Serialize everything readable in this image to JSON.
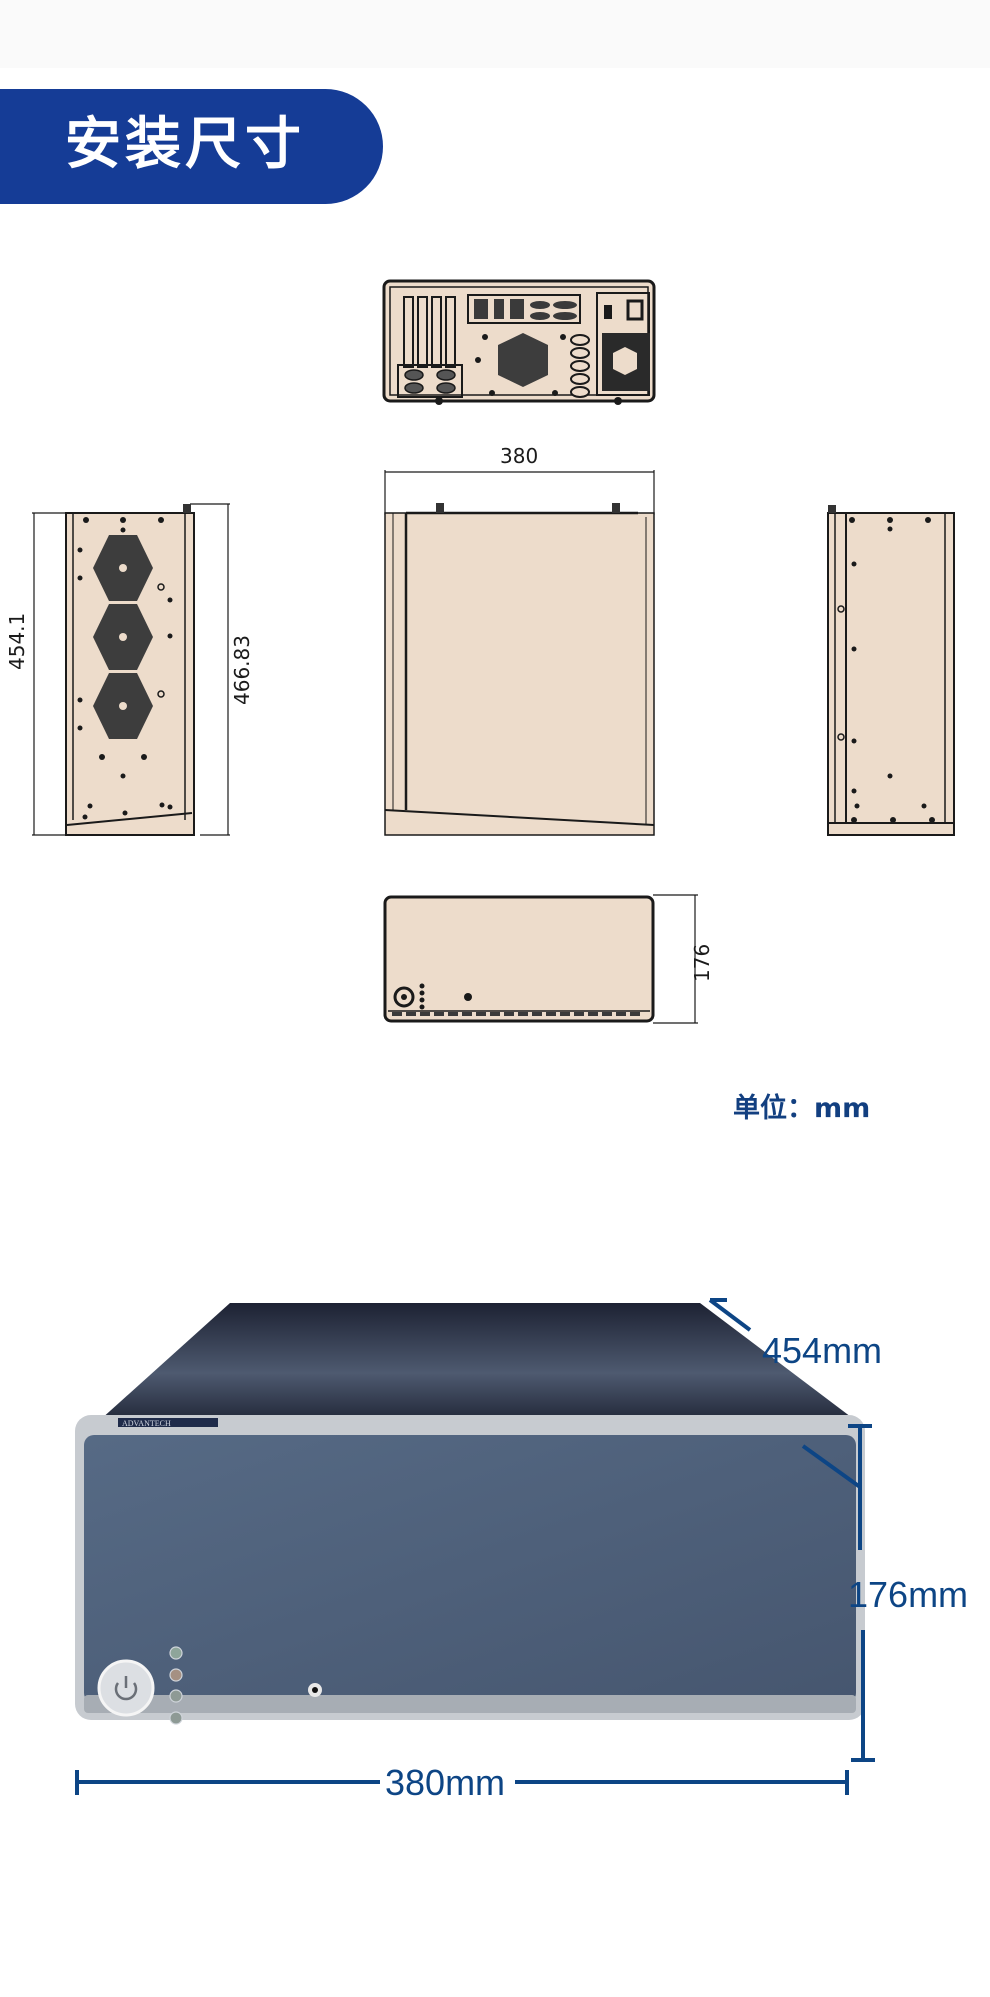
{
  "header": {
    "title": "安装尺寸",
    "accent_color": "#153c96"
  },
  "drawings": {
    "rear_view": {
      "label": "rear-view"
    },
    "left_side_view": {
      "height_inner": "454.1",
      "height_outer": "466.83"
    },
    "top_view": {
      "width": "380"
    },
    "right_side_view": {
      "label": "right-side-view"
    },
    "front_view": {
      "height": "176"
    },
    "fill_color": "#eddccb",
    "line_color": "#1a1a1a"
  },
  "unit_note": "单位：mm",
  "photo": {
    "brand_plate": "ADVANTECH",
    "depth_label": "454mm",
    "height_label": "176mm",
    "width_label": "380mm",
    "dimension_color": "#0d4585",
    "chassis_color": "#4d6079"
  }
}
